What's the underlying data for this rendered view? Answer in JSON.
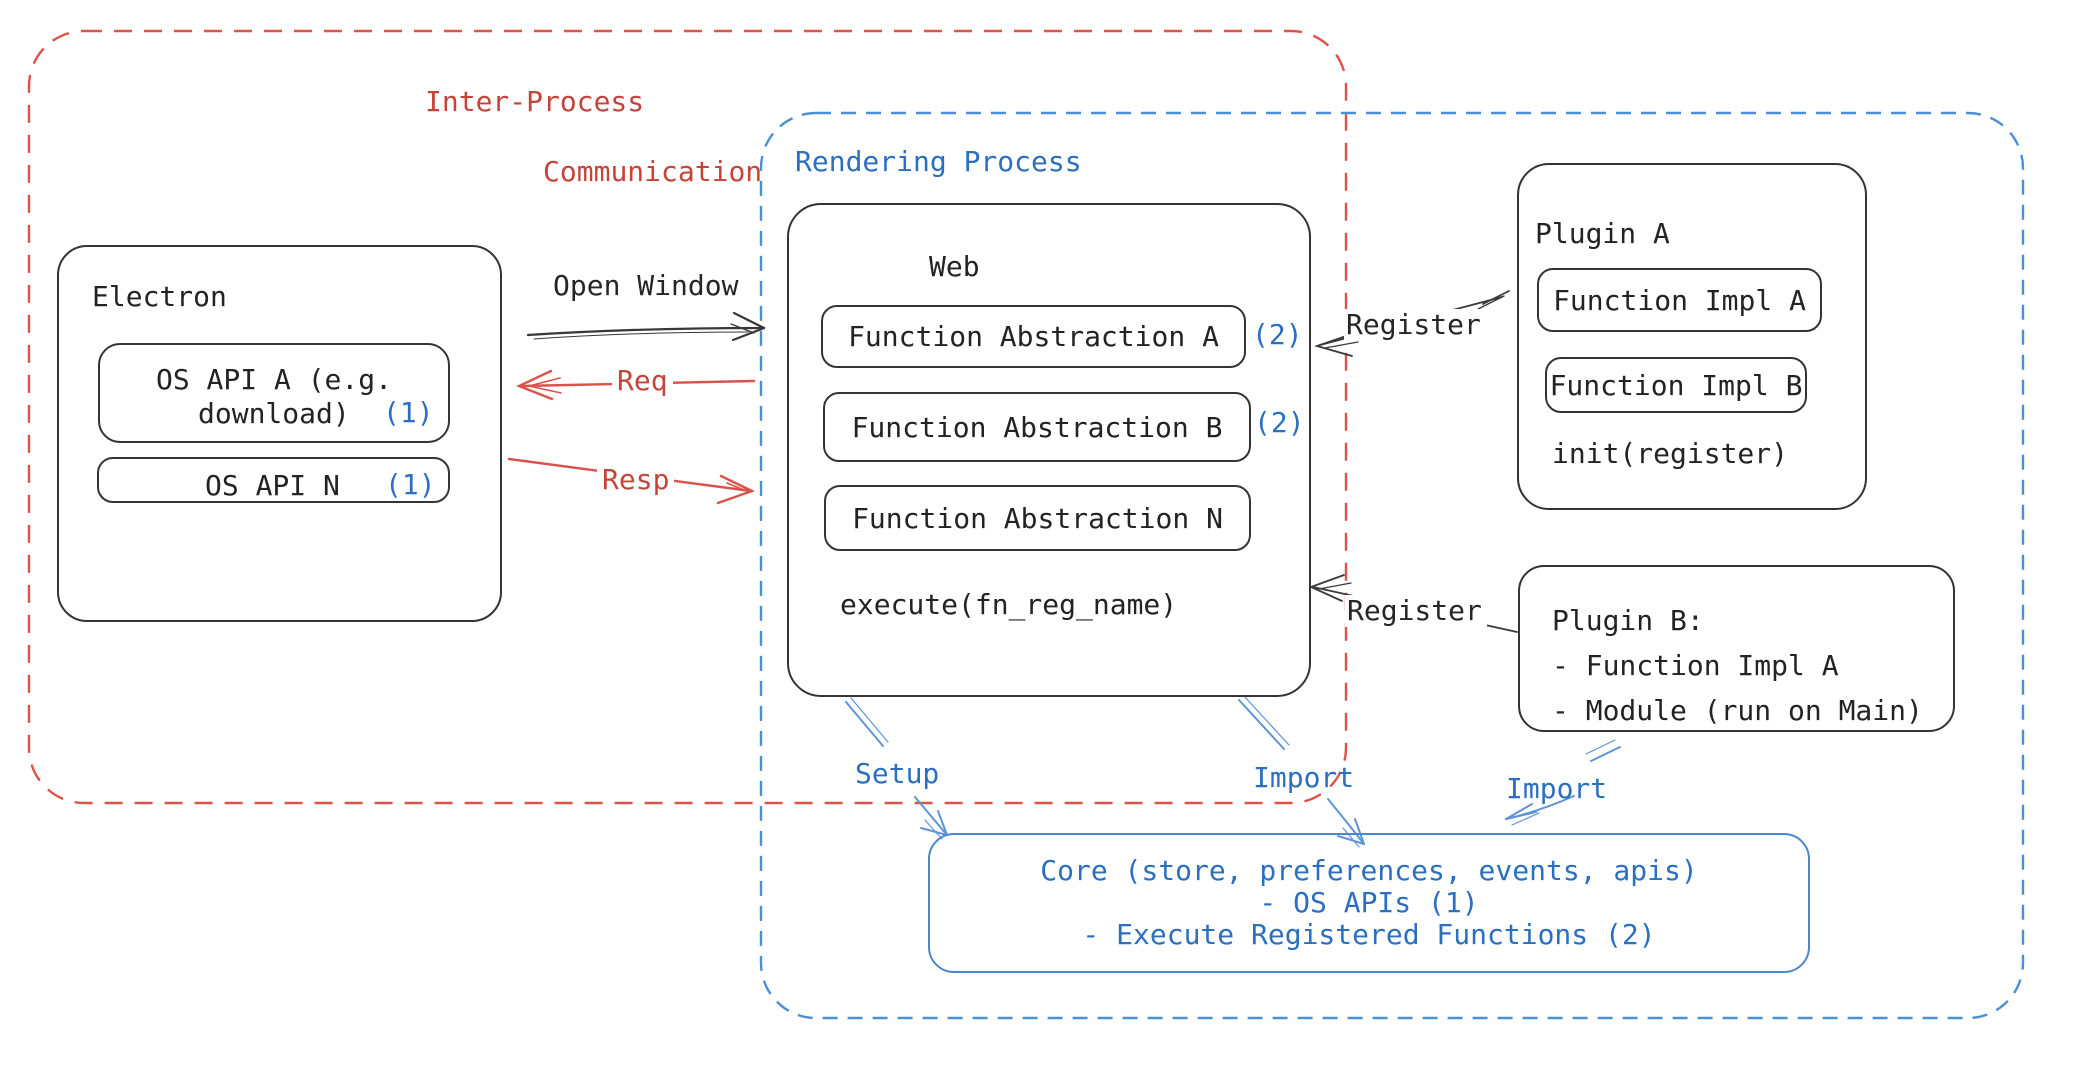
{
  "diagram_title": "Electron plugin architecture diagram",
  "colors": {
    "background": "#ffffff",
    "black_stroke": "#343434",
    "red_text": "#c5443a",
    "red_line": "#d9534a",
    "red_dash": "#dc5448",
    "blue_text": "#2a6fc1",
    "blue_dash": "#4b8fd5",
    "blue_arrow": "#5f94d8",
    "core_box_stroke": "#4b86cf"
  },
  "ipc_region": {
    "label_line1": "Inter-Process",
    "label_line2": "Communication"
  },
  "rendering_region": {
    "label": "Rendering Process"
  },
  "electron": {
    "title": "Electron",
    "api_a_line1": "OS API A (e.g.",
    "api_a_line2": "download)",
    "api_a_badge": "(1)",
    "api_n_label": "OS API N",
    "api_n_badge": "(1)"
  },
  "web": {
    "title": "Web",
    "fa_a": "Function Abstraction A",
    "fa_a_badge": "(2)",
    "fa_b": "Function Abstraction B",
    "fa_b_badge": "(2)",
    "fa_n": "Function Abstraction N",
    "execute_label": "execute(fn_reg_name)"
  },
  "plugin_a": {
    "title": "Plugin A",
    "impl_a": "Function Impl A",
    "impl_b": "Function Impl B",
    "init_label": "init(register)"
  },
  "plugin_b": {
    "line1": "Plugin B:",
    "line2": "- Function Impl A",
    "line3": "- Module (run on Main)"
  },
  "arrows": {
    "open_window": "Open Window",
    "req": "Req",
    "resp": "Resp",
    "register_top": "Register",
    "register_bottom": "Register",
    "setup": "Setup",
    "import_web": "Import",
    "import_plugin": "Import"
  },
  "core": {
    "line1": "Core (store, preferences, events, apis)",
    "line2": "- OS APIs (1)",
    "line3": "- Execute Registered Functions (2)"
  }
}
